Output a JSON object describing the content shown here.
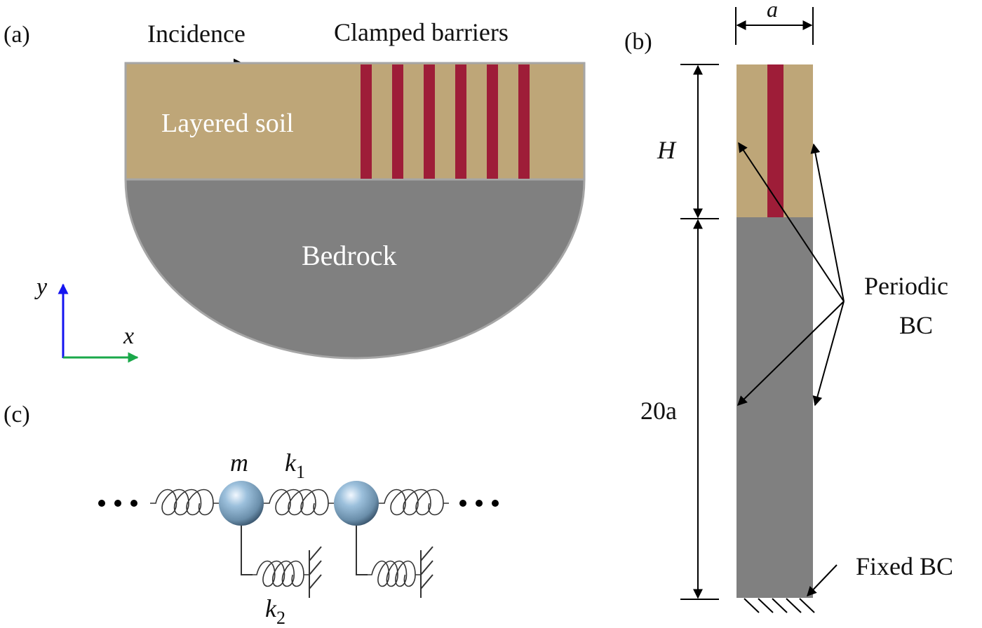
{
  "panel_a": {
    "tag": "(a)",
    "incidence": "Incidence",
    "barriers_label": "Clamped barriers",
    "soil_label": "Layered soil",
    "bedrock_label": "Bedrock",
    "barrier_count": 6,
    "axis_y": "y",
    "axis_x": "x"
  },
  "panel_b": {
    "tag": "(b)",
    "width_label": "a",
    "soil_height_label": "H",
    "bedrock_height_label": "20a",
    "periodic_bc_line1": "Periodic",
    "periodic_bc_line2": "BC",
    "fixed_bc": "Fixed BC"
  },
  "panel_c": {
    "tag": "(c)",
    "mass_label": "m",
    "k1_label": "k",
    "k1_sub": "1",
    "k2_label": "k",
    "k2_sub": "2"
  },
  "colors": {
    "soil": "#bea678",
    "barrier": "#9e1d38",
    "bedrock": "#808080",
    "border": "#a6a6a6",
    "y_axis": "#1414f0",
    "x_axis": "#1aa84a",
    "mass": "#8fb3d0"
  }
}
